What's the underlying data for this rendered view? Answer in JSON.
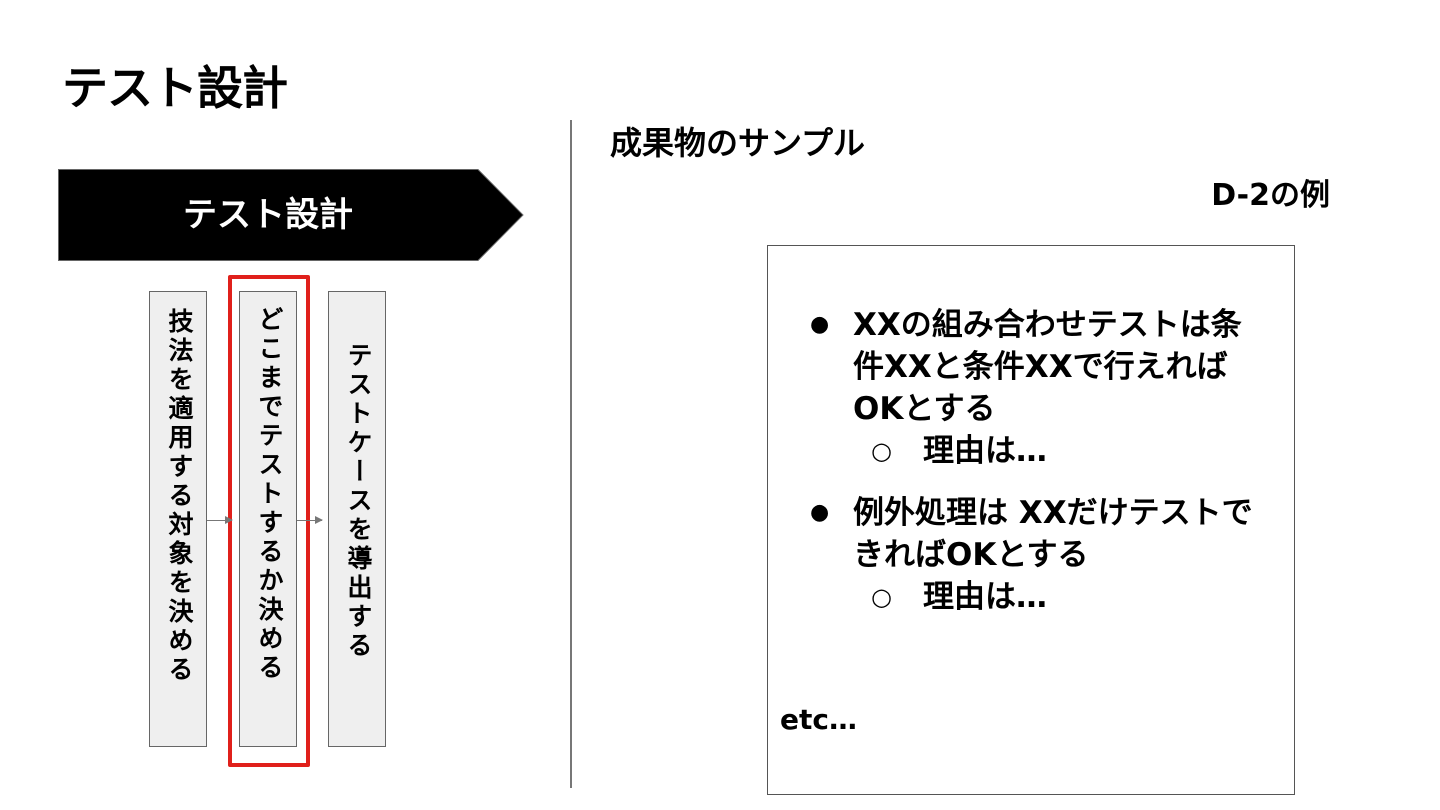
{
  "title": "テスト設計",
  "phase": {
    "label": "テスト設計"
  },
  "steps": [
    {
      "label": "技法を適用する対象を決める"
    },
    {
      "label": "どこまでテストするか決める",
      "highlighted": true
    },
    {
      "label": "テストケースを導出する"
    }
  ],
  "colors": {
    "banner": "#000000",
    "step_fill": "#efefef",
    "highlight": "#e0201b"
  },
  "right_panel": {
    "heading": "成果物のサンプル",
    "sample_label": "D-2の例",
    "items": [
      {
        "text": "XXの組み合わせテストは条件XXと条件XXで行えればOKとする",
        "sub": [
          "理由は…"
        ]
      },
      {
        "text": "例外処理は XXだけテストできればOKとする",
        "sub": [
          "理由は…"
        ]
      }
    ],
    "footer": "etc…"
  }
}
